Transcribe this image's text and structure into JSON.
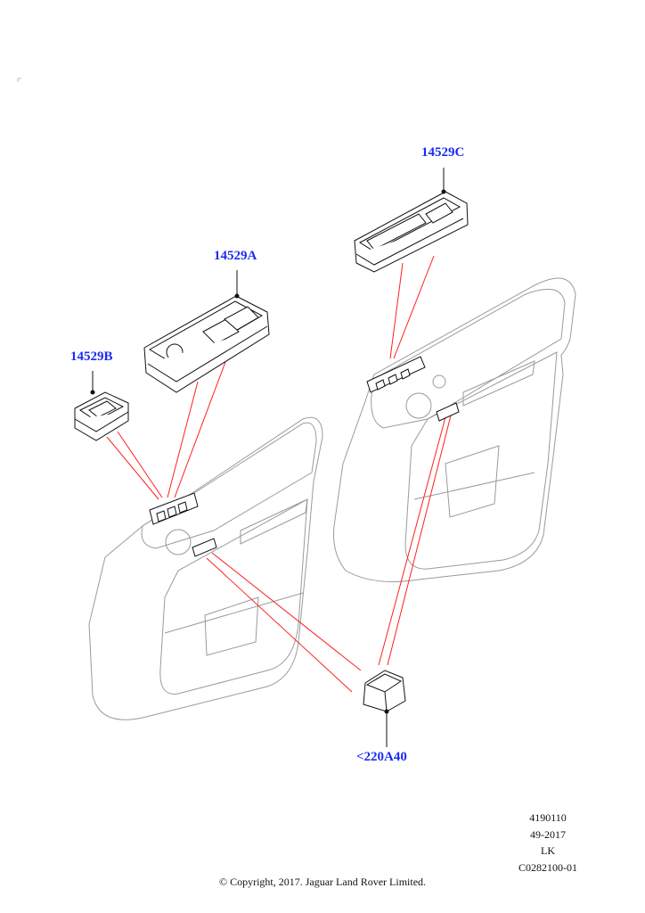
{
  "callouts": {
    "c14529C": "14529C",
    "c14529A": "14529A",
    "c14529B": "14529B",
    "c220A40": "<220A40"
  },
  "meta": {
    "line1": "4190110",
    "line2": "49-2017",
    "line3": "LK",
    "line4": "C0282100-01"
  },
  "copyright": "© Copyright, 2017. Jaguar Land Rover Limited.",
  "colors": {
    "callout": "#1a2cf0",
    "leader": "#ff2020",
    "outline": "#9a9a9a"
  }
}
